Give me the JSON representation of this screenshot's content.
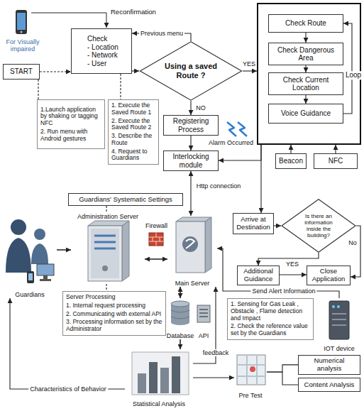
{
  "diagram": {
    "nodes": [
      {
        "text": [
          "START"
        ]
      },
      {
        "text": [
          "Check",
          "- Location",
          "- Network",
          "- User"
        ]
      },
      {
        "text": [
          "Using a saved Route ?"
        ]
      },
      {
        "text": [
          "Loop"
        ]
      },
      {
        "text": [
          "Check Route"
        ],
        "in": 3
      },
      {
        "text": [
          "Check Dangerous Area"
        ],
        "in": 3
      },
      {
        "text": [
          "Check Current Location"
        ],
        "in": 3
      },
      {
        "text": [
          "Voice Guidance"
        ],
        "in": 3
      },
      {
        "text": [
          "1.Launch application by shaking or tagging NFC",
          "2. Run menu with Android gestures"
        ]
      },
      {
        "text": [
          "1. Execute the Saved Route 1",
          "2. Execute the Saved Route 2",
          "3. Describe the Route",
          "4. Request to Guardians"
        ]
      },
      {
        "text": [
          "Registering Process"
        ]
      },
      {
        "text": [
          "Interlocking module"
        ]
      },
      {
        "text": [
          "Beacon"
        ]
      },
      {
        "text": [
          "NFC"
        ]
      },
      {
        "text": [
          "Guardians' Systematic Settings"
        ]
      },
      {
        "text": [
          "Arrive at Destination"
        ]
      },
      {
        "text": [
          "Is there an information inside the building?"
        ]
      },
      {
        "text": [
          "Guardians"
        ]
      },
      {
        "text": [
          "Administration Server"
        ]
      },
      {
        "text": [
          "Main Server"
        ]
      },
      {
        "text": [
          "Additional Guidance"
        ]
      },
      {
        "text": [
          "Close Application"
        ]
      },
      {
        "text": [
          "Server Processing",
          "1. Internal request processing",
          "2. Communicating with external API",
          "3. Processing information set by the Administrator"
        ]
      },
      {
        "text": [
          "Database"
        ]
      },
      {
        "text": [
          "API"
        ]
      },
      {
        "text": [
          "1. Sensing for Gas Leak , Obstacle , Flame detection and Impact",
          "2. Check the reference value set by the Guardians"
        ]
      },
      {
        "text": [
          "IOT device"
        ]
      },
      {
        "text": [
          "Statistical Analysis"
        ]
      },
      {
        "text": [
          "Pre Test"
        ]
      },
      {
        "text": [
          "Numerical analysis"
        ]
      },
      {
        "text": [
          "Content Analysis"
        ]
      }
    ],
    "edges": [
      {
        "from": 0,
        "to": 1,
        "arrow": "to"
      },
      {
        "from": 0,
        "to": 8,
        "arrow": "none"
      },
      {
        "from": 1,
        "to": 9,
        "arrow": "none"
      },
      {
        "from": 1,
        "to": 2,
        "arrow": "to"
      },
      {
        "from": 2,
        "to": 1,
        "label": "Previous menu",
        "arrow": "to"
      },
      {
        "from": 2,
        "to": 3,
        "label": "YES",
        "arrow": "to"
      },
      {
        "from": 2,
        "to": 10,
        "label": "NO",
        "arrow": "to"
      },
      {
        "from": 4,
        "to": 5,
        "arrow": "to"
      },
      {
        "from": 5,
        "to": 6,
        "arrow": "to"
      },
      {
        "from": 6,
        "to": 7,
        "arrow": "to"
      },
      {
        "from": 7,
        "to": 4,
        "arrow": "to"
      },
      {
        "from": 10,
        "to": 11,
        "arrow": "to"
      },
      {
        "from": 3,
        "to": 11,
        "arrow": "to"
      },
      {
        "from": 12,
        "to": 3,
        "arrow": "to"
      },
      {
        "from": 13,
        "to": 3,
        "arrow": "to"
      },
      {
        "from": 11,
        "to": 19,
        "label": "Http connection",
        "arrow": "both"
      },
      {
        "from": 3,
        "to": 15,
        "arrow": "to"
      },
      {
        "from": 15,
        "to": 16,
        "arrow": "to"
      },
      {
        "from": 16,
        "to": 20,
        "label": "YES",
        "arrow": "to"
      },
      {
        "from": 16,
        "to": 21,
        "label": "No",
        "arrow": "to"
      },
      {
        "from": 20,
        "to": 21,
        "arrow": "to"
      },
      {
        "from": 14,
        "to": 18,
        "arrow": "none"
      },
      {
        "from": 17,
        "to": 18,
        "arrow": "to"
      },
      {
        "from": 18,
        "to": 19,
        "arrow": "both"
      },
      {
        "from": 18,
        "to": 22,
        "arrow": "none"
      },
      {
        "from": 19,
        "to": 23,
        "arrow": "both"
      },
      {
        "from": 26,
        "to": 19,
        "label": "Send Alert Information",
        "arrow": "to"
      },
      {
        "from": 27,
        "to": 19,
        "label": "feedback",
        "arrow": "to"
      },
      {
        "from": 23,
        "to": 27,
        "arrow": "to"
      },
      {
        "from": 27,
        "to": 17,
        "label": "Characteristics of Behavior",
        "arrow": "to"
      },
      {
        "from": 27,
        "to": 28,
        "arrow": "to"
      },
      {
        "from": 28,
        "to": 29,
        "arrow": "none"
      },
      {
        "from": 28,
        "to": 30,
        "arrow": "none"
      }
    ],
    "labels": [
      "For Visually impaired",
      "Reconfirmation",
      "Alarm Occurred",
      "Firewall"
    ]
  }
}
